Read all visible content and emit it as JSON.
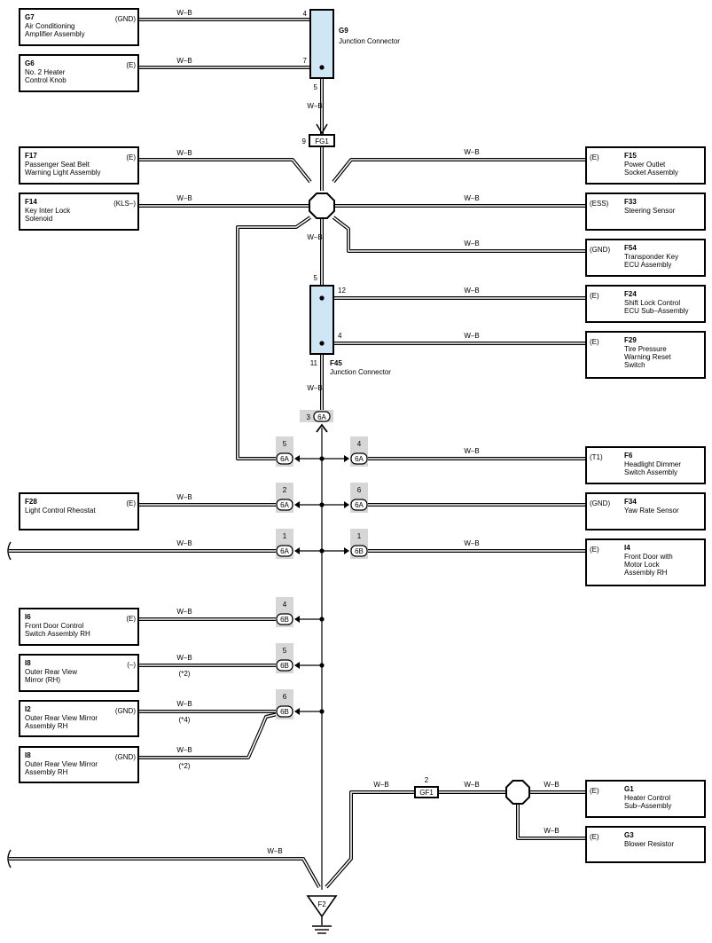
{
  "wire_color": "W–B",
  "components": {
    "G7": {
      "code": "G7",
      "lines": [
        "Air Conditioning",
        "Amplifier Assembly"
      ],
      "pin": "(GND)"
    },
    "G6": {
      "code": "G6",
      "lines": [
        "No. 2 Heater",
        "Control Knob"
      ],
      "pin": "(E)"
    },
    "F17": {
      "code": "F17",
      "lines": [
        "Passenger Seat Belt",
        "Warning Light Assembly"
      ],
      "pin": "(E)"
    },
    "F14": {
      "code": "F14",
      "lines": [
        "Key Inter Lock",
        "Solenoid"
      ],
      "pin": "(KLS–)"
    },
    "F15": {
      "code": "F15",
      "lines": [
        "Power Outlet",
        "Socket Assembly"
      ],
      "pin": "(E)"
    },
    "F33": {
      "code": "F33",
      "lines": [
        "Steering Sensor"
      ],
      "pin": "(ESS)"
    },
    "F54": {
      "code": "F54",
      "lines": [
        "Transponder Key",
        "ECU Assembly"
      ],
      "pin": "(GND)"
    },
    "F24": {
      "code": "F24",
      "lines": [
        "Shift Lock Control",
        "ECU Sub–Assembly"
      ],
      "pin": "(E)"
    },
    "F29": {
      "code": "F29",
      "lines": [
        "Tire Pressure",
        "Warning Reset",
        "Switch"
      ],
      "pin": "(E)"
    },
    "F6": {
      "code": "F6",
      "lines": [
        "Headlight Dimmer",
        "Switch Assembly"
      ],
      "pin": "(T1)"
    },
    "F28": {
      "code": "F28",
      "lines": [
        "Light Control Rheostat"
      ],
      "pin": "(E)"
    },
    "F34": {
      "code": "F34",
      "lines": [
        "Yaw Rate Sensor"
      ],
      "pin": "(GND)"
    },
    "I4": {
      "code": "I4",
      "lines": [
        "Front Door with",
        "Motor Lock",
        "Assembly RH"
      ],
      "pin": "(E)"
    },
    "I6": {
      "code": "I6",
      "lines": [
        "Front Door Control",
        "Switch Assembly RH"
      ],
      "pin": "(E)"
    },
    "I8a": {
      "code": "I8",
      "lines": [
        "Outer Rear View",
        "Mirror (RH)"
      ],
      "pin": "(–)"
    },
    "I2": {
      "code": "I2",
      "lines": [
        "Outer Rear View Mirror",
        "Assembly RH"
      ],
      "pin": "(GND)"
    },
    "I8b": {
      "code": "I8",
      "lines": [
        "Outer Rear View Mirror",
        "Assembly RH"
      ],
      "pin": "(GND)"
    },
    "G1": {
      "code": "G1",
      "lines": [
        "Heater Control",
        "Sub–Assembly"
      ],
      "pin": "(E)"
    },
    "G3": {
      "code": "G3",
      "lines": [
        "Blower Resistor"
      ],
      "pin": "(E)"
    }
  },
  "junctions": {
    "G9": {
      "code": "G9",
      "name": "Junction Connector",
      "pins": {
        "a": "4",
        "b": "7",
        "c": "5"
      }
    },
    "F45": {
      "code": "F45",
      "name": "Junction Connector",
      "pins": {
        "top": "5",
        "a": "12",
        "b": "4",
        "bottom": "11"
      }
    }
  },
  "connectors": {
    "FG1": {
      "label": "FG1",
      "pin": "9"
    },
    "GF1": {
      "label": "GF1",
      "pin": "2"
    },
    "main6A": {
      "label": "6A",
      "pin": "3"
    },
    "L1": {
      "label": "6A",
      "pin": "5"
    },
    "R1": {
      "label": "6A",
      "pin": "4"
    },
    "L2": {
      "label": "6A",
      "pin": "2"
    },
    "R2": {
      "label": "6A",
      "pin": "6"
    },
    "L3": {
      "label": "6A",
      "pin": "1"
    },
    "R3": {
      "label": "6B",
      "pin": "1"
    },
    "L4": {
      "label": "6B",
      "pin": "4"
    },
    "L5": {
      "label": "6B",
      "pin": "5"
    },
    "L6": {
      "label": "6B",
      "pin": "6"
    }
  },
  "notes": {
    "n2a": "(*2)",
    "n4": "(*4)",
    "n2b": "(*2)"
  },
  "ground": {
    "label": "F2"
  },
  "junction_pins": {
    "g9_c": "5",
    "f45_top": "5"
  }
}
